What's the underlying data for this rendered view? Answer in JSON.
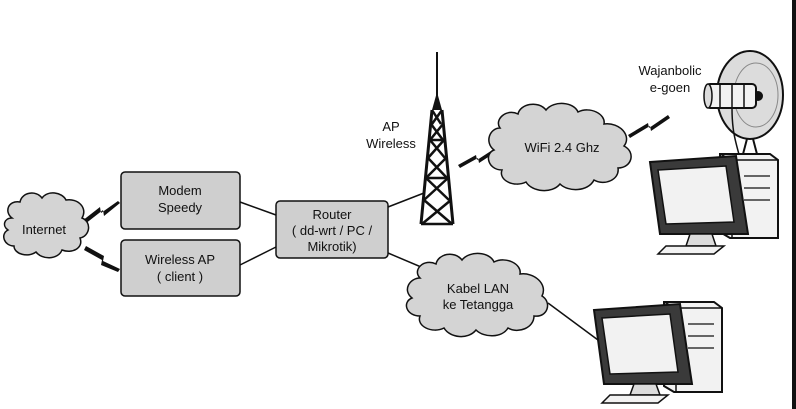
{
  "colors": {
    "cloud_fill": "#d4d4d4",
    "box_fill": "#cfcfcf",
    "stroke": "#111111",
    "monitor_dark": "#3a3a3a",
    "case_light": "#f2f2f2",
    "dish_fill": "#dcdcdc"
  },
  "nodes": {
    "internet": {
      "label": "Internet"
    },
    "modem": {
      "line1": "Modem",
      "line2": "Speedy"
    },
    "wireless_ap": {
      "line1": "Wireless AP",
      "line2": "( client )"
    },
    "router": {
      "line1": "Router",
      "line2": "( dd-wrt / PC /",
      "line3": "Mikrotik)"
    },
    "ap_wireless": {
      "line1": "AP",
      "line2": "Wireless"
    },
    "wifi": {
      "label": "WiFi 2.4 Ghz"
    },
    "kabel_lan": {
      "line1": "Kabel LAN",
      "line2": "ke Tetangga"
    },
    "wajanbolic": {
      "line1": "Wajanbolic",
      "line2": "e-goen"
    }
  },
  "icons": {
    "tower": "antenna-tower-icon",
    "dish": "wajanbolic-dish-icon",
    "computer_top": "desktop-computer-icon",
    "computer_bottom": "desktop-computer-icon",
    "wireless_link": "lightning-bolt-icon"
  }
}
